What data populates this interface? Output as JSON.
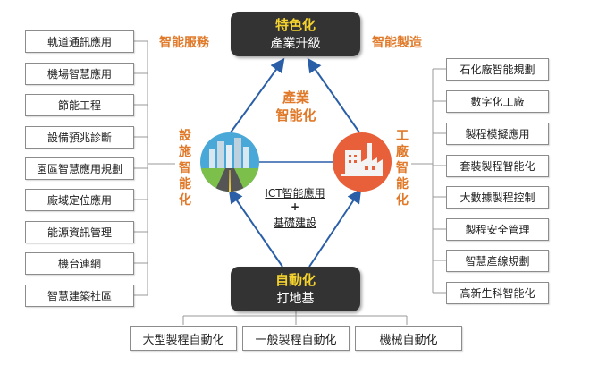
{
  "top_hub": {
    "line1": "特色化",
    "line2": "產業升級"
  },
  "bottom_hub": {
    "line1": "自動化",
    "line2": "打地基"
  },
  "labels": {
    "smart_service": "智能服務",
    "smart_manufacturing": "智能製造",
    "industry_line1": "產業",
    "industry_line2": "智能化",
    "facility": "設施智能化",
    "factory": "工廠智能化",
    "ict_line1": "ICT智能應用",
    "ict_plus": "+",
    "ict_line2": "基礎建設"
  },
  "left_items": [
    "軌道通訊應用",
    "機場智慧應用",
    "節能工程",
    "設備預兆診斷",
    "園區智慧應用規劃",
    "廠域定位應用",
    "能源資訊管理",
    "機台連網",
    "智慧建築社區"
  ],
  "right_items": [
    "石化廠智能規劃",
    "數字化工廠",
    "製程模擬應用",
    "套裝製程智能化",
    "大數據製程控制",
    "製程安全管理",
    "智慧產線規劃",
    "高新生科智能化"
  ],
  "bottom_items": [
    "大型製程自動化",
    "一般製程自動化",
    "機械自動化"
  ],
  "colors": {
    "accent_orange": "#e07a2a",
    "hub_dark": "#333333",
    "hub_yellow": "#f5d32e",
    "diamond_blue": "#2a5fa8",
    "city_circle": "#4aa8d8",
    "factory_circle": "#e8603a"
  },
  "icons": [
    "city-road-icon",
    "factory-icon"
  ]
}
